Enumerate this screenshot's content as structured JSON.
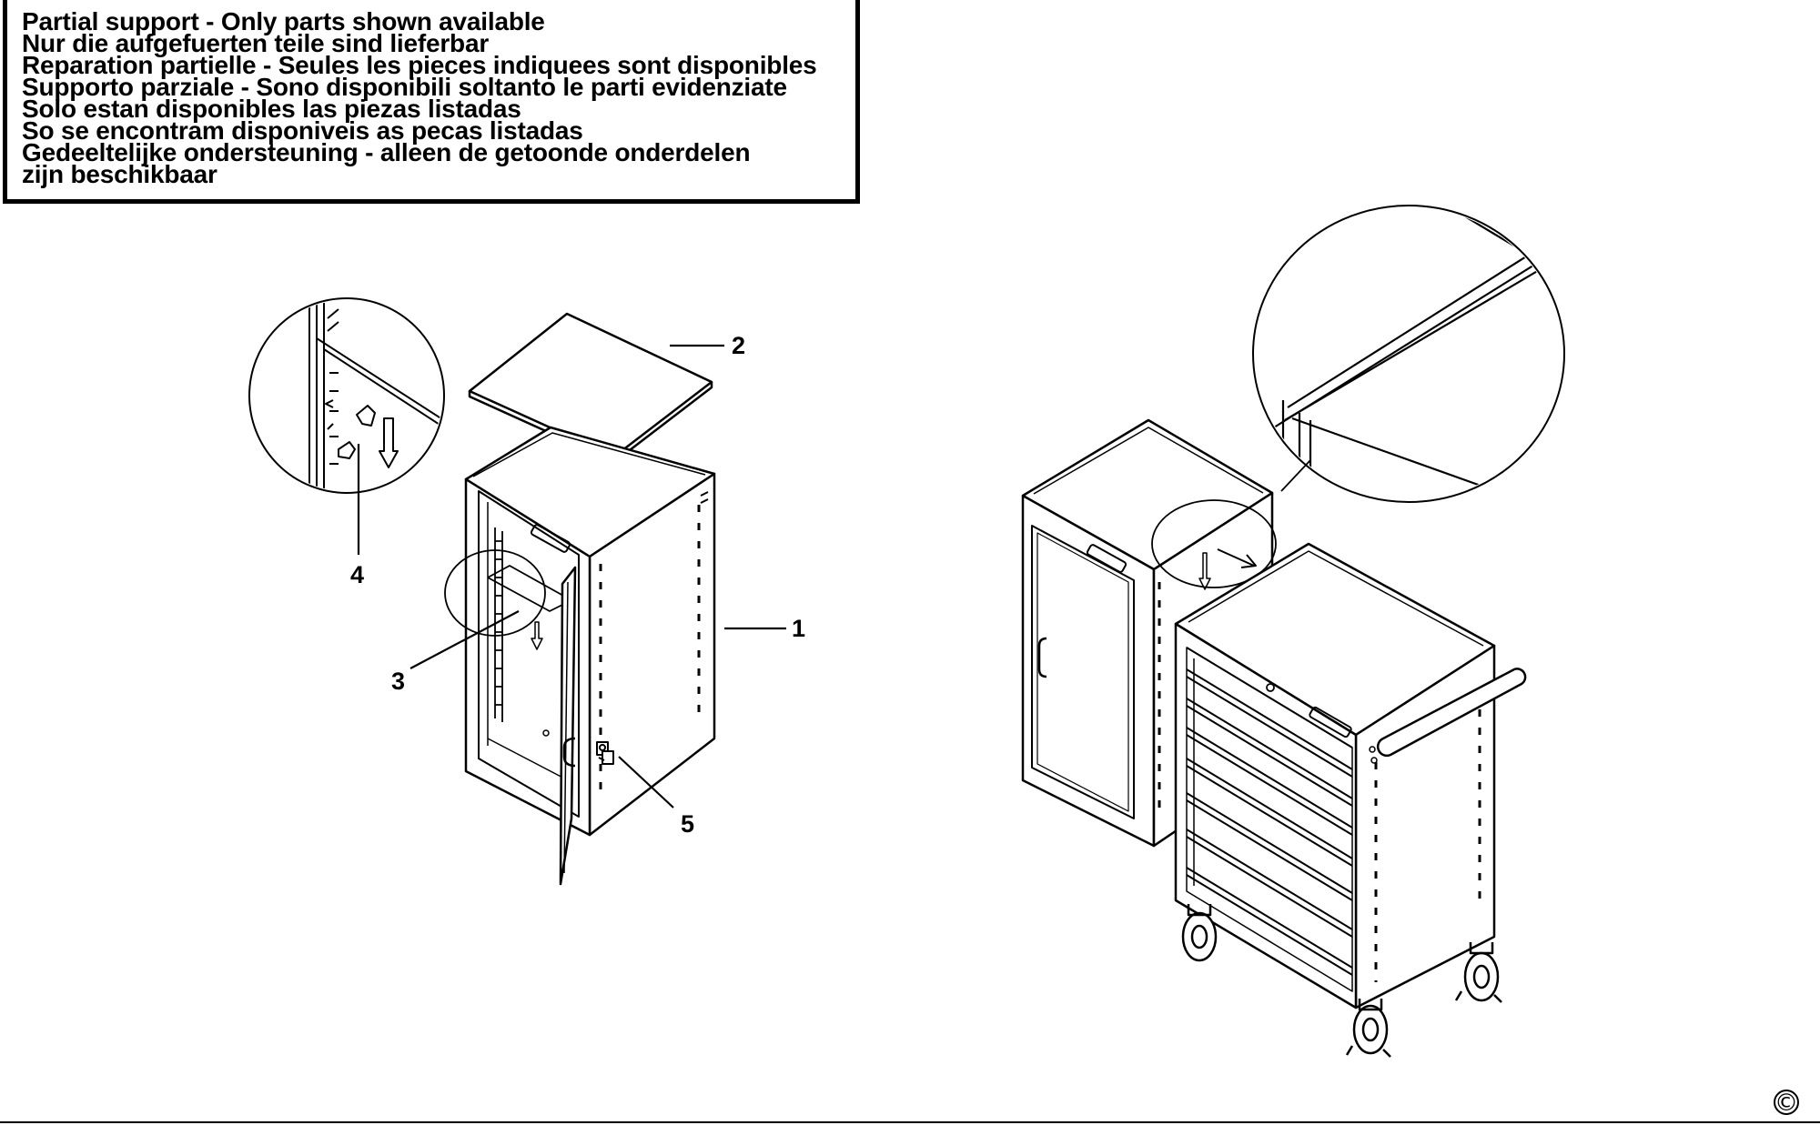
{
  "notice": {
    "lines": [
      "Partial support - Only parts shown available",
      "Nur die aufgefuerten teile sind lieferbar",
      "Reparation partielle - Seules les pieces indiquees sont disponibles",
      "Supporto parziale - Sono disponibili soltanto le parti evidenziate",
      "Solo estan disponibles las piezas listadas",
      "So se encontram disponiveis as pecas listadas",
      "Gedeeltelijke ondersteuning - alleen de getoonde onderdelen",
      "zijn beschikbaar"
    ]
  },
  "callouts": {
    "part_1": "1",
    "part_2": "2",
    "part_3": "3",
    "part_4": "4",
    "part_5": "5"
  },
  "copyright_symbol": "©",
  "colors": {
    "line": "#000000",
    "background": "#ffffff"
  }
}
